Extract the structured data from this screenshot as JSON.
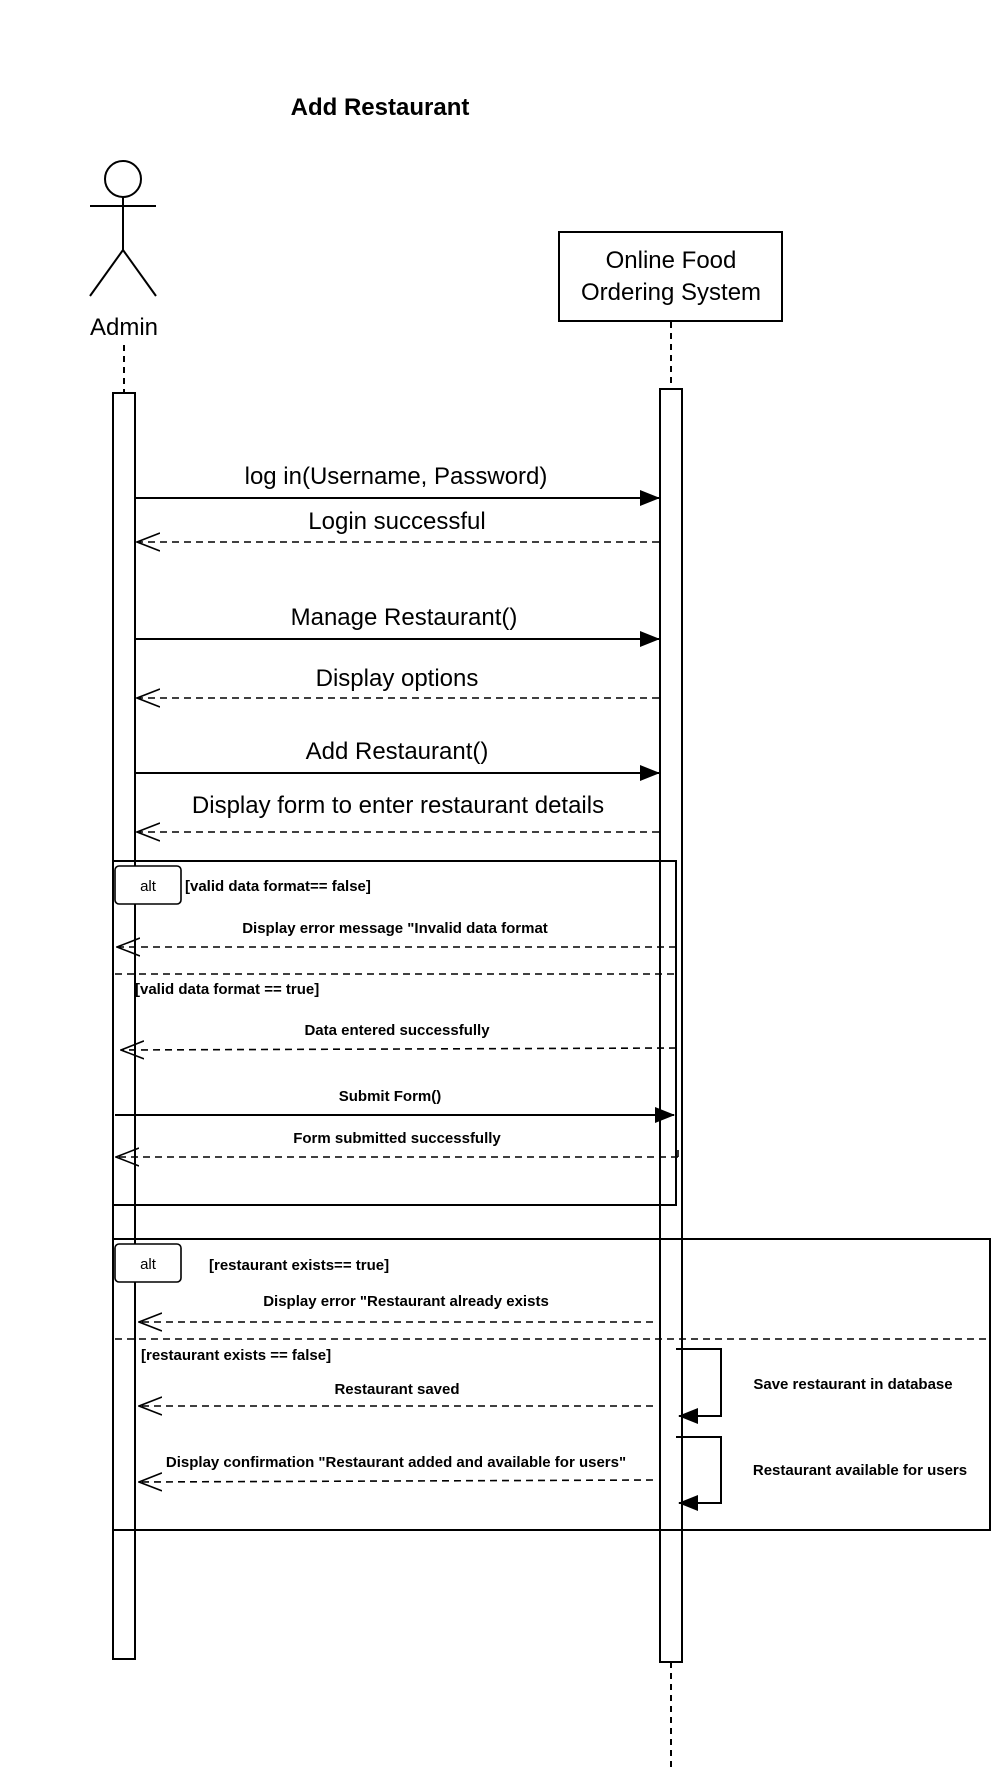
{
  "title": "Add Restaurant",
  "participants": {
    "actor": "Admin",
    "system_line1": "Online Food",
    "system_line2": "Ordering System"
  },
  "messages": [
    "log in(Username, Password)",
    "Login successful",
    "Manage Restaurant()",
    "Display options",
    "Add Restaurant()",
    "Display form to enter restaurant details"
  ],
  "fragment1": {
    "label": "alt",
    "guard1": "[valid data format== false]",
    "msg_error": "Display error message \"Invalid data format",
    "guard2": "[valid data format == true]",
    "msg_entered": "Data entered successfully",
    "msg_submit": "Submit Form()",
    "msg_submitted": "Form submitted successfully"
  },
  "fragment2": {
    "label": "alt",
    "guard1": "[restaurant exists== true]",
    "msg_exists": "Display error \"Restaurant already exists",
    "guard2": "[restaurant exists == false]",
    "msg_saved": "Restaurant saved",
    "self_save": "Save restaurant in database",
    "msg_confirm": "Display confirmation \"Restaurant added and available for users\"",
    "self_available": "Restaurant available for users"
  }
}
